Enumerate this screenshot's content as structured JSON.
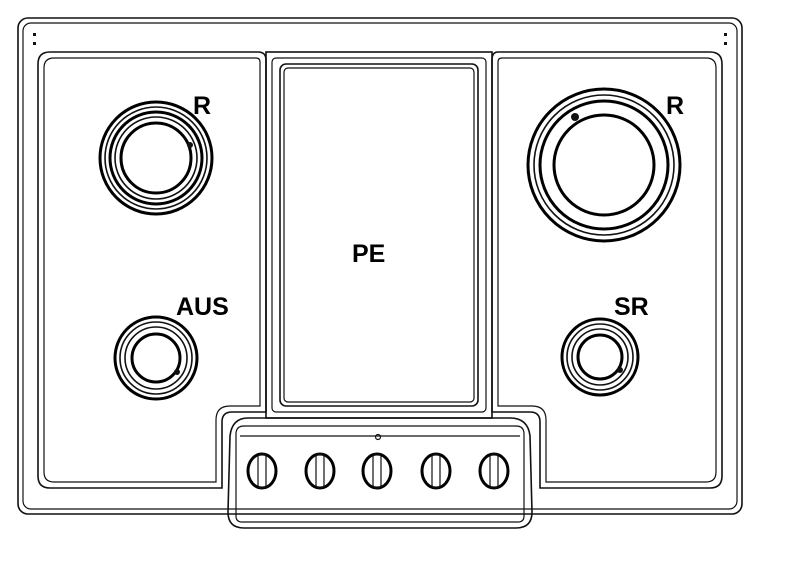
{
  "labels": {
    "top_left_burner": "R",
    "top_right_burner": "R",
    "center_plate": "PE",
    "bottom_left_burner": "AUS",
    "bottom_right_burner": "SR"
  },
  "knobs": [
    {
      "name": "knob-1"
    },
    {
      "name": "knob-2"
    },
    {
      "name": "knob-3"
    },
    {
      "name": "knob-4"
    },
    {
      "name": "knob-5"
    }
  ]
}
